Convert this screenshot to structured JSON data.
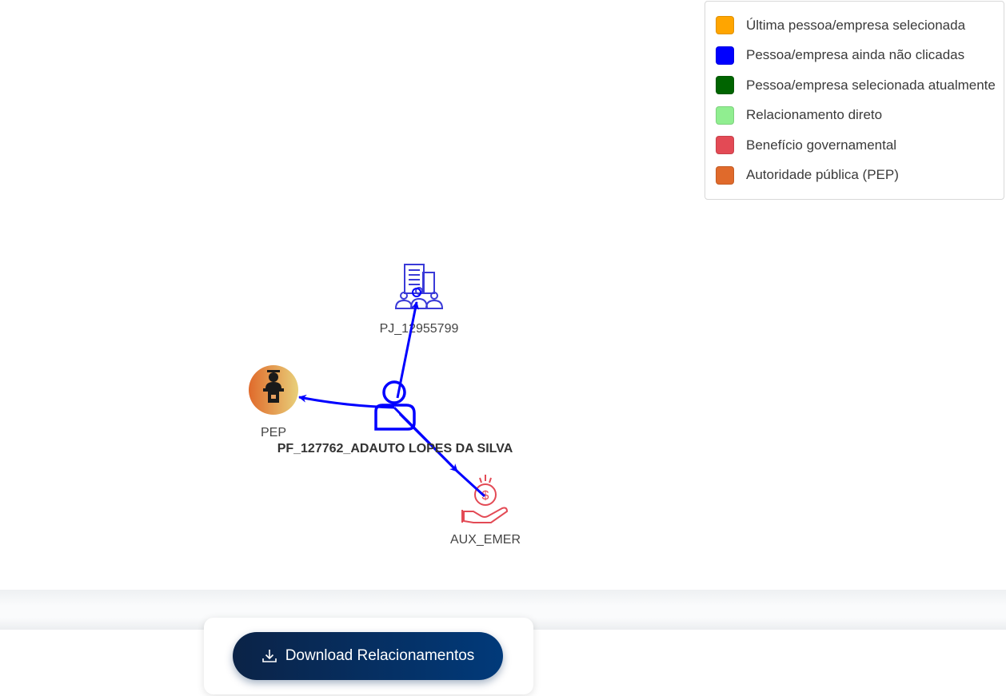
{
  "legend": {
    "items": [
      {
        "label": "Última pessoa/empresa selecionada",
        "color": "#FFA500"
      },
      {
        "label": "Pessoa/empresa ainda não clicadas",
        "color": "#0000FF"
      },
      {
        "label": "Pessoa/empresa selecionada atualmente",
        "color": "#006400"
      },
      {
        "label": "Relacionamento direto",
        "color": "#90EE90"
      },
      {
        "label": "Benefício governamental",
        "color": "#E34A55"
      },
      {
        "label": "Autoridade pública (PEP)",
        "color": "#E06A2B"
      }
    ]
  },
  "graph": {
    "center_node": {
      "label": "PF_127762_ADAUTO LOPES DA SILVA",
      "icon": "person-icon"
    },
    "nodes": {
      "pj": {
        "label": "PJ_12955799",
        "icon": "company-buildings-icon"
      },
      "pep": {
        "label": "PEP",
        "icon": "public-authority-icon"
      },
      "aux": {
        "label": "AUX_EMER",
        "icon": "benefit-hand-coin-icon"
      }
    },
    "edge_color": "#0000FF"
  },
  "footer": {
    "download_label": "Download Relacionamentos",
    "download_icon": "download-icon"
  }
}
